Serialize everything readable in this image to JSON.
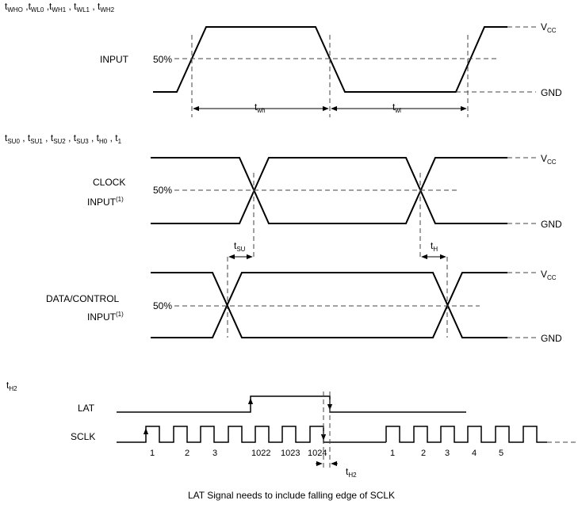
{
  "section1": {
    "params_title": [
      {
        "base": "t",
        "sub": "WHO"
      },
      {
        "base": " ,t",
        "sub": "WL0"
      },
      {
        "base": " ,t",
        "sub": "WH1"
      },
      {
        "base": ", t",
        "sub": "WL1"
      },
      {
        "base": ", t",
        "sub": "WH2"
      }
    ],
    "signal_label": "INPUT",
    "threshold_label": "50%",
    "vcc_label": {
      "base": "V",
      "sub": "CC"
    },
    "gnd_label": "GND",
    "twh_label": {
      "base": "t",
      "sub": "wh"
    },
    "twl_label": {
      "base": "t",
      "sub": "wl"
    }
  },
  "section2": {
    "params_title": [
      {
        "base": "t",
        "sub": "SU0"
      },
      {
        "base": " , t",
        "sub": "SU1"
      },
      {
        "base": " , t",
        "sub": "SU2"
      },
      {
        "base": " , t",
        "sub": "SU3"
      },
      {
        "base": " , t",
        "sub": "H0"
      },
      {
        "base": " , t",
        "sub": "1"
      }
    ],
    "clock_label_line1": "CLOCK",
    "clock_label_line2": "INPUT",
    "clock_footnote": "(1)",
    "clock_threshold": "50%",
    "clock_vcc": {
      "base": "V",
      "sub": "CC"
    },
    "clock_gnd": "GND",
    "tsu_label": {
      "base": "t",
      "sub": "SU"
    },
    "th_label": {
      "base": "t",
      "sub": "H"
    },
    "data_label_line1": "DATA/CONTROL",
    "data_label_line2": "INPUT",
    "data_footnote": "(1)",
    "data_threshold": "50%",
    "data_vcc": {
      "base": "V",
      "sub": "CC"
    },
    "data_gnd": "GND"
  },
  "section3": {
    "title": {
      "base": "t",
      "sub": "H2"
    },
    "lat_label": "LAT",
    "sclk_label": "SCLK",
    "pulse_numbers_1": [
      "1",
      "2",
      "3",
      "1022",
      "1023",
      "1024"
    ],
    "pulse_numbers_2": [
      "1",
      "2",
      "3",
      "4",
      "5"
    ],
    "th2_label": {
      "base": "t",
      "sub": "H2"
    },
    "caption": "LAT Signal needs to include falling edge of SCLK"
  }
}
